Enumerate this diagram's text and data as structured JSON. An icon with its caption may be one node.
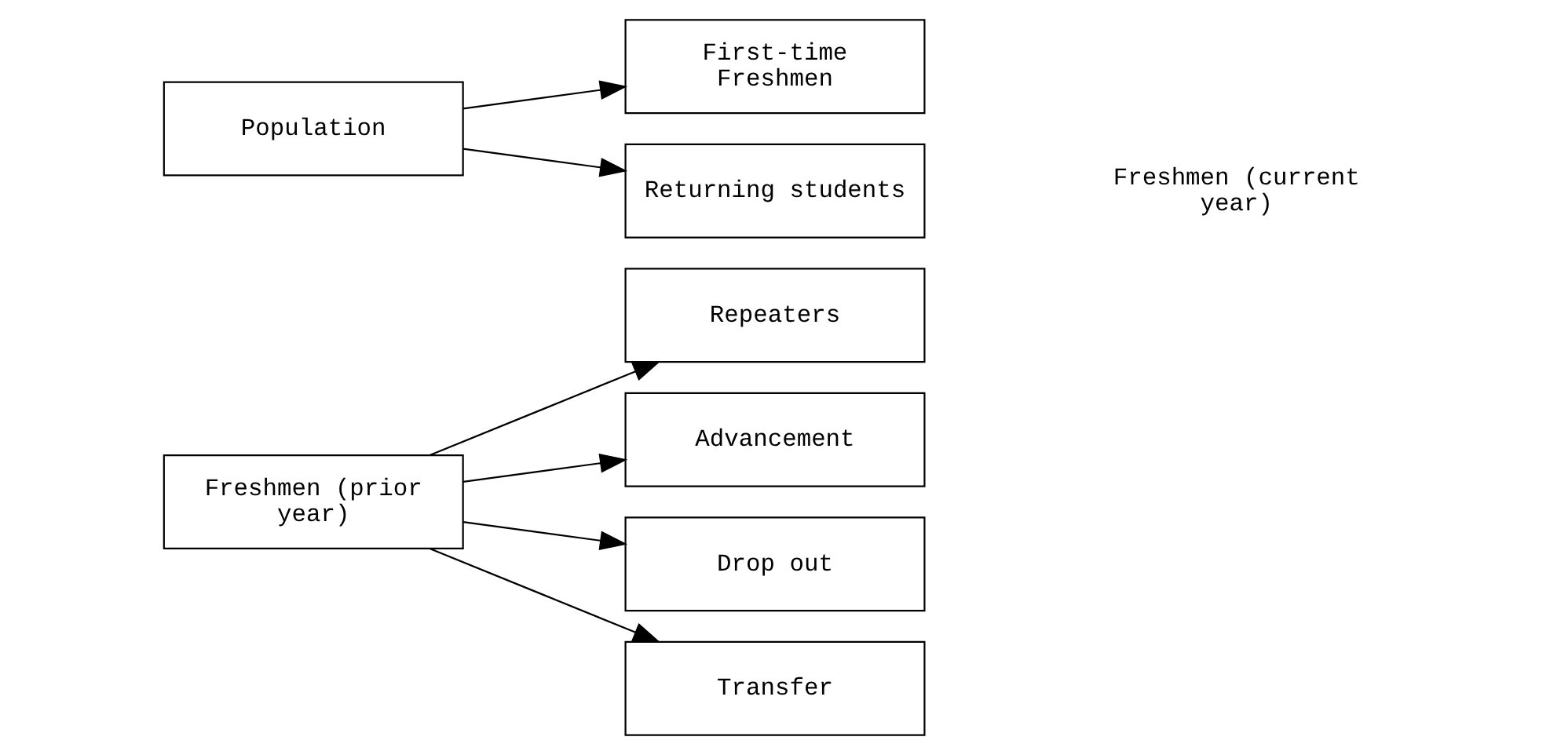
{
  "diagram": {
    "nodes": [
      {
        "text": [
          "Population"
        ]
      },
      {
        "text": [
          "Freshmen (prior year)"
        ]
      },
      {
        "text": [
          "First-time Freshmen"
        ]
      },
      {
        "text": [
          "Returning students"
        ]
      },
      {
        "text": [
          "Repeaters"
        ]
      },
      {
        "text": [
          "Advancement"
        ]
      },
      {
        "text": [
          "Drop out"
        ]
      },
      {
        "text": [
          "Transfer"
        ]
      }
    ],
    "edges": [
      {
        "from": 0,
        "to": 2,
        "arrow": "to"
      },
      {
        "from": 0,
        "to": 3,
        "arrow": "to"
      },
      {
        "from": 1,
        "to": 4,
        "arrow": "to"
      },
      {
        "from": 1,
        "to": 5,
        "arrow": "to"
      },
      {
        "from": 1,
        "to": 6,
        "arrow": "to"
      },
      {
        "from": 1,
        "to": 7,
        "arrow": "to"
      }
    ],
    "labels": [
      "Freshmen (current year)"
    ]
  }
}
